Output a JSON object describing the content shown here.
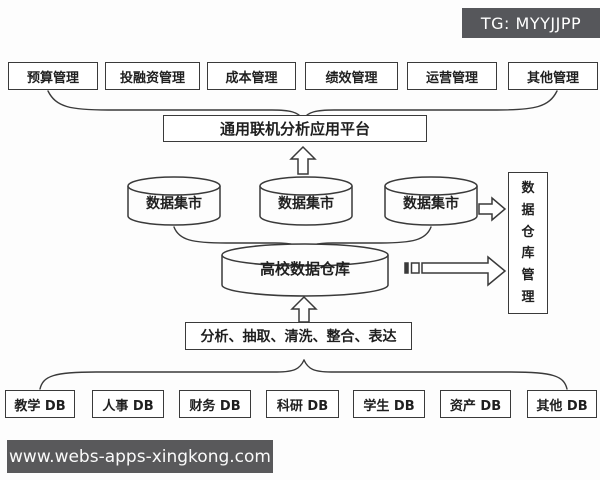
{
  "badge": {
    "text": "TG: MYYJJPP"
  },
  "watermark": {
    "text": "www.webs-apps-xingkong.com"
  },
  "top_modules": [
    "预算管理",
    "投融资管理",
    "成本管理",
    "绩效管理",
    "运营管理",
    "其他管理"
  ],
  "platform_label": "通用联机分析应用平台",
  "data_marts": [
    "数据集市",
    "数据集市",
    "数据集市"
  ],
  "warehouse_label": "高校数据仓库",
  "warehouse_mgmt": {
    "label": "数据仓库管理",
    "chars": [
      "数",
      "据",
      "仓",
      "库",
      "管",
      "理"
    ]
  },
  "etl_label": "分析、抽取、清洗、整合、表达",
  "source_dbs": [
    "教学 DB",
    "人事 DB",
    "财务 DB",
    "科研 DB",
    "学生 DB",
    "资产 DB",
    "其他 DB"
  ],
  "colors": {
    "line": "#3a3a3a",
    "badge_bg": "#56575b",
    "watermark_bg": "#59595b",
    "box_bg": "#ffffff",
    "canvas_bg": "#fdfdfd"
  }
}
